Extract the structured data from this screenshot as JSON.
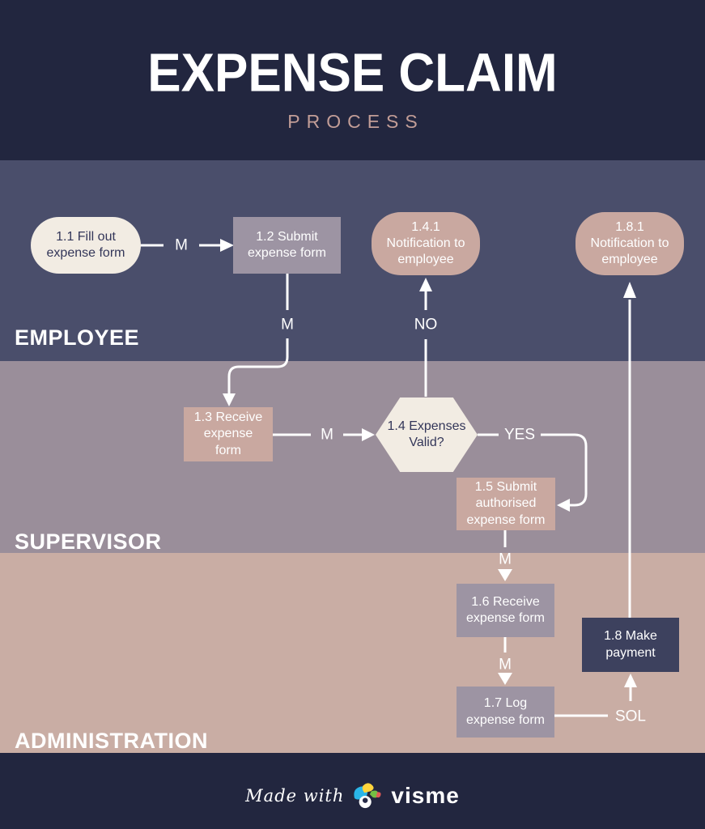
{
  "header": {
    "title": "EXPENSE CLAIM",
    "subtitle": "PROCESS"
  },
  "lanes": [
    {
      "label": "EMPLOYEE",
      "color": "#4a4e6b"
    },
    {
      "label": "SUPERVISOR",
      "color": "#9a8e9a"
    },
    {
      "label": "ADMINISTRATION",
      "color": "#c9ada4"
    }
  ],
  "nodes": {
    "n1_1": {
      "label": "1.1 Fill out expense form",
      "shape": "stadium",
      "color": "#f2ece3"
    },
    "n1_2": {
      "label": "1.2 Submit expense form",
      "shape": "rect",
      "color": "#9d94a3"
    },
    "n1_3": {
      "label": "1.3 Receive expense form",
      "shape": "rect",
      "color": "#c9a8a0"
    },
    "n1_4": {
      "label": "1.4 Expenses Valid?",
      "shape": "hexagon",
      "color": "#f2ece3"
    },
    "n1_4_1": {
      "label": "1.4.1 Notification to employee",
      "shape": "stadium",
      "color": "#c9a8a0"
    },
    "n1_5": {
      "label": "1.5 Submit authorised expense form",
      "shape": "rect",
      "color": "#c9a8a0"
    },
    "n1_6": {
      "label": "1.6 Receive expense form",
      "shape": "rect",
      "color": "#9d94a3"
    },
    "n1_7": {
      "label": "1.7 Log expense form",
      "shape": "rect",
      "color": "#9d94a3"
    },
    "n1_8": {
      "label": "1.8 Make payment",
      "shape": "rect",
      "color": "#3d415e"
    },
    "n1_8_1": {
      "label": "1.8.1 Notification to employee",
      "shape": "stadium",
      "color": "#c9a8a0"
    }
  },
  "connector_labels": {
    "m1": "M",
    "m2": "M",
    "m3": "M",
    "no": "NO",
    "yes": "YES",
    "m4": "M",
    "m5": "M",
    "sol": "SOL"
  },
  "footer": {
    "made_with": "Made with",
    "brand": "visme"
  },
  "colors": {
    "background": "#22263f",
    "arrow": "#ffffff",
    "subtitle": "#c29d97",
    "lane_label": "#ffffff"
  }
}
